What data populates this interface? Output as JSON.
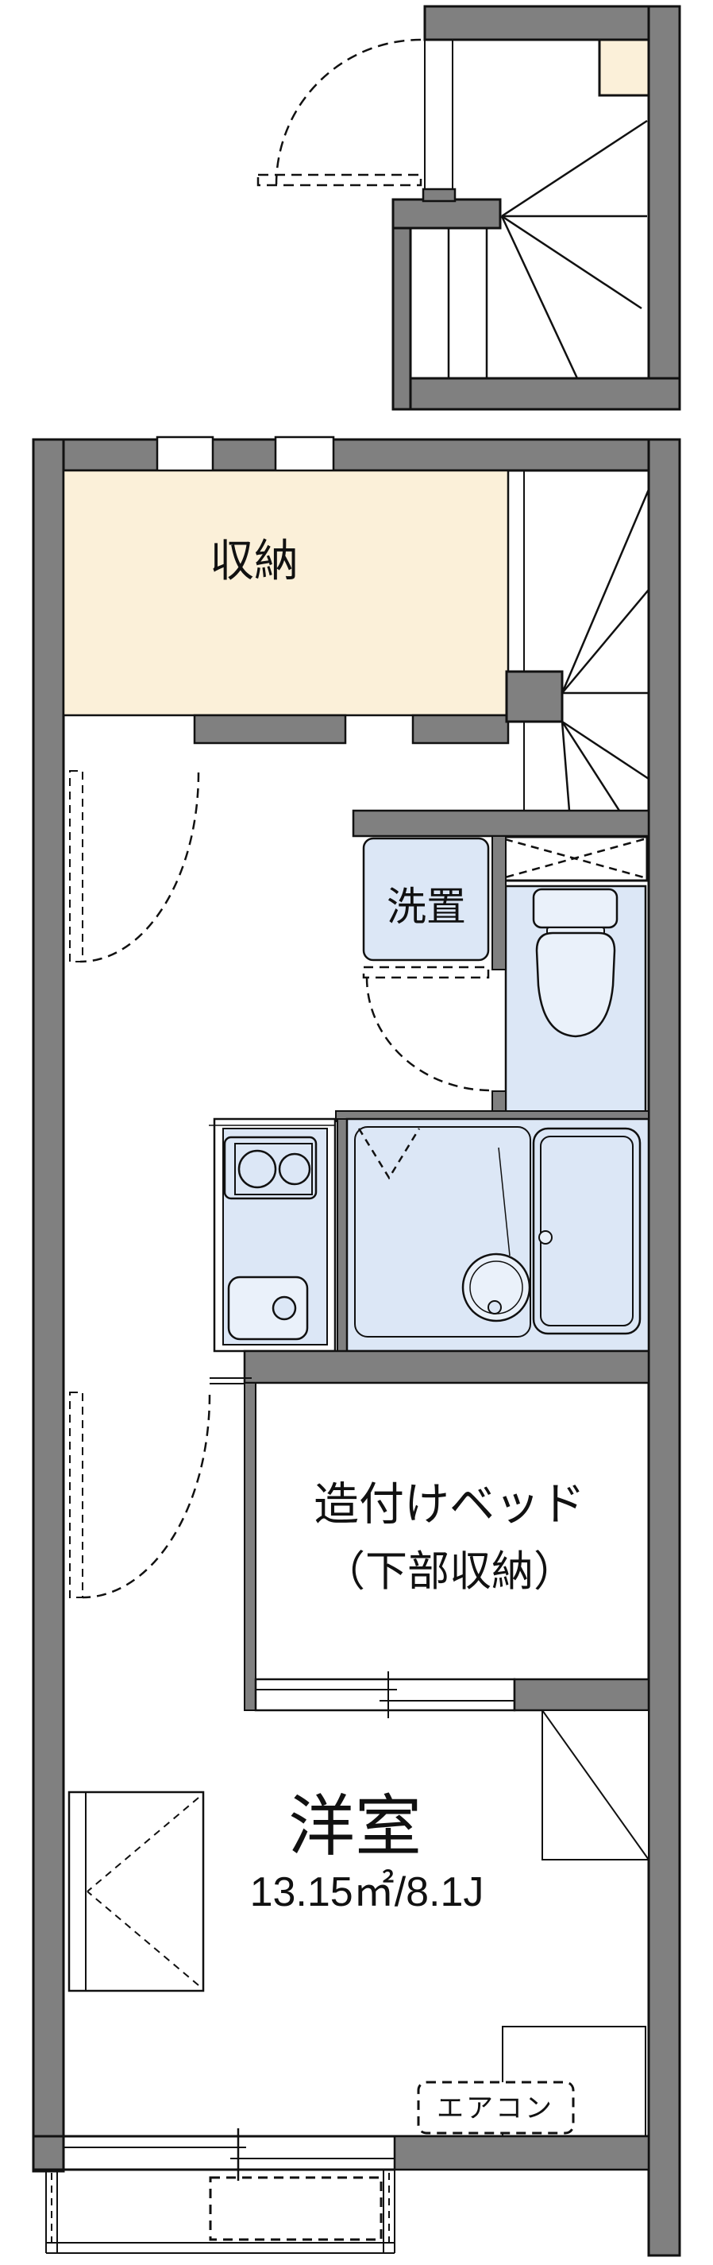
{
  "document": {
    "type": "japanese-apartment-floor-plan",
    "floors": [
      "entrance-stair-block",
      "main-unit"
    ]
  },
  "labels": {
    "storage": "収納",
    "washer": "洗置",
    "bed_line1": "造付けベッド",
    "bed_line2": "（下部収納）",
    "room": "洋室",
    "room_size": "13.15㎡/8.1J",
    "aircon": "エアコン"
  },
  "room_info": {
    "main_room_name": "洋室",
    "main_room_area_sqm": "13.15",
    "main_room_size_jo": "8.1",
    "bed_note": "造付けベッド（下部収納）"
  },
  "colors": {
    "wall_gray": "#808080",
    "storage_cream": "#FBF0D9",
    "wet_area_blue": "#DCE7F6",
    "fixture_light": "#EAF1FA",
    "line_black": "#111111",
    "background": "#FFFFFF"
  }
}
